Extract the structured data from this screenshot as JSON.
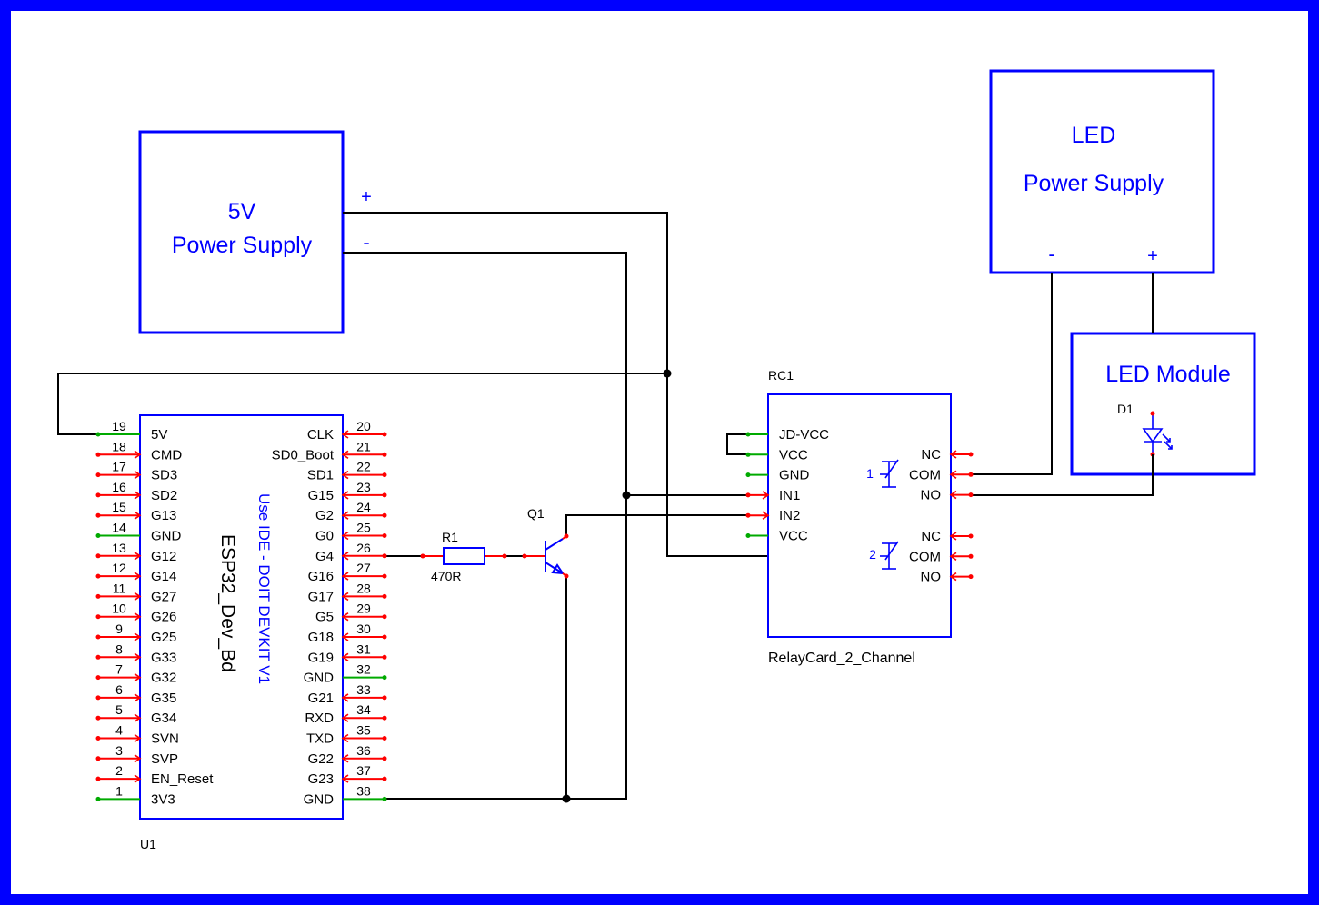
{
  "psu5v": {
    "line1": "5V",
    "line2": "Power Supply",
    "plus": "+",
    "minus": "-"
  },
  "psu_led": {
    "line1": "LED",
    "line2": "Power Supply",
    "minus": "-",
    "plus": "+"
  },
  "led_module": {
    "title": "LED Module",
    "ref": "D1"
  },
  "esp32": {
    "ref": "U1",
    "name": "ESP32_Dev_Bd",
    "note": "Use IDE - DOIT DEVKIT V1",
    "left_pins": [
      {
        "num": "19",
        "label": "5V",
        "state": "connected"
      },
      {
        "num": "18",
        "label": "CMD",
        "state": "open"
      },
      {
        "num": "17",
        "label": "SD3",
        "state": "open"
      },
      {
        "num": "16",
        "label": "SD2",
        "state": "open"
      },
      {
        "num": "15",
        "label": "G13",
        "state": "open"
      },
      {
        "num": "14",
        "label": "GND",
        "state": "connected"
      },
      {
        "num": "13",
        "label": "G12",
        "state": "open"
      },
      {
        "num": "12",
        "label": "G14",
        "state": "open"
      },
      {
        "num": "11",
        "label": "G27",
        "state": "open"
      },
      {
        "num": "10",
        "label": "G26",
        "state": "open"
      },
      {
        "num": "9",
        "label": "G25",
        "state": "open"
      },
      {
        "num": "8",
        "label": "G33",
        "state": "open"
      },
      {
        "num": "7",
        "label": "G32",
        "state": "open"
      },
      {
        "num": "6",
        "label": "G35",
        "state": "open"
      },
      {
        "num": "5",
        "label": "G34",
        "state": "open"
      },
      {
        "num": "4",
        "label": "SVN",
        "state": "open"
      },
      {
        "num": "3",
        "label": "SVP",
        "state": "open"
      },
      {
        "num": "2",
        "label": "EN_Reset",
        "state": "open"
      },
      {
        "num": "1",
        "label": "3V3",
        "state": "connected"
      }
    ],
    "right_pins": [
      {
        "num": "20",
        "label": "CLK",
        "state": "open"
      },
      {
        "num": "21",
        "label": "SD0_Boot",
        "state": "open"
      },
      {
        "num": "22",
        "label": "SD1",
        "state": "open"
      },
      {
        "num": "23",
        "label": "G15",
        "state": "open"
      },
      {
        "num": "24",
        "label": "G2",
        "state": "open"
      },
      {
        "num": "25",
        "label": "G0",
        "state": "open"
      },
      {
        "num": "26",
        "label": "G4",
        "state": "open"
      },
      {
        "num": "27",
        "label": "G16",
        "state": "open"
      },
      {
        "num": "28",
        "label": "G17",
        "state": "open"
      },
      {
        "num": "29",
        "label": "G5",
        "state": "open"
      },
      {
        "num": "30",
        "label": "G18",
        "state": "open"
      },
      {
        "num": "31",
        "label": "G19",
        "state": "open"
      },
      {
        "num": "32",
        "label": "GND",
        "state": "connected"
      },
      {
        "num": "33",
        "label": "G21",
        "state": "open"
      },
      {
        "num": "34",
        "label": "RXD",
        "state": "open"
      },
      {
        "num": "35",
        "label": "TXD",
        "state": "open"
      },
      {
        "num": "36",
        "label": "G22",
        "state": "open"
      },
      {
        "num": "37",
        "label": "G23",
        "state": "open"
      },
      {
        "num": "38",
        "label": "GND",
        "state": "connected"
      }
    ]
  },
  "resistor": {
    "ref": "R1",
    "value": "470R"
  },
  "transistor": {
    "ref": "Q1"
  },
  "relay": {
    "ref": "RC1",
    "name": "RelayCard_2_Channel",
    "left_pins": [
      {
        "label": "JD-VCC",
        "state": "connected"
      },
      {
        "label": "VCC",
        "state": "connected"
      },
      {
        "label": "GND",
        "state": "connected"
      },
      {
        "label": "IN1",
        "state": "open"
      },
      {
        "label": "IN2",
        "state": "open"
      },
      {
        "label": "VCC",
        "state": "connected"
      }
    ],
    "ch1": {
      "num": "1",
      "pins": [
        "NC",
        "COM",
        "NO"
      ]
    },
    "ch2": {
      "num": "2",
      "pins": [
        "NC",
        "COM",
        "NO"
      ]
    }
  },
  "colors": {
    "border": "#0000ff",
    "component": "#0000ff",
    "wire": "#000000",
    "open_pin": "#ff0000",
    "connected_pin": "#00aa00"
  }
}
